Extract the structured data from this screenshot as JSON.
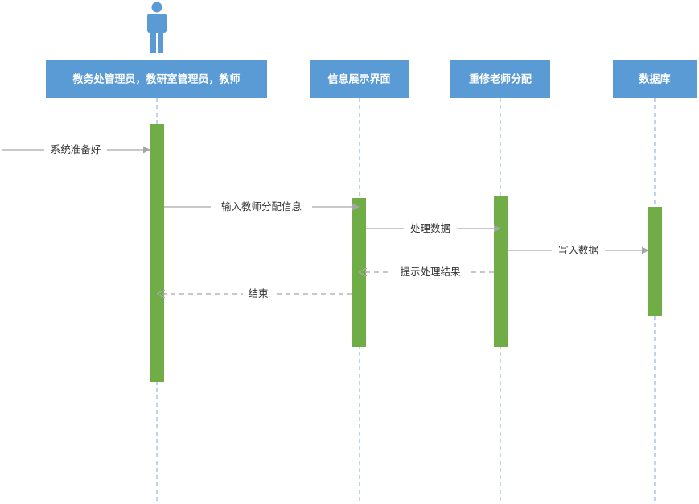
{
  "participants": [
    {
      "id": "admin",
      "label": "教务处管理员，教研室管理员，教师",
      "is_actor": true
    },
    {
      "id": "ui",
      "label": "信息展示界面"
    },
    {
      "id": "alloc",
      "label": "重修老师分配"
    },
    {
      "id": "db",
      "label": "数据库"
    }
  ],
  "messages": [
    {
      "label": "系统准备好",
      "from": "external",
      "to": "admin",
      "kind": "sync"
    },
    {
      "label": "输入教师分配信息",
      "from": "admin",
      "to": "ui",
      "kind": "sync"
    },
    {
      "label": "处理数据",
      "from": "ui",
      "to": "alloc",
      "kind": "sync"
    },
    {
      "label": "写入数据",
      "from": "alloc",
      "to": "db",
      "kind": "sync"
    },
    {
      "label": "提示处理结果",
      "from": "alloc",
      "to": "ui",
      "kind": "return"
    },
    {
      "label": "结束",
      "from": "ui",
      "to": "admin",
      "kind": "return"
    }
  ],
  "colors": {
    "participant_box": "#5b9bd5",
    "activation_bar": "#70ad47",
    "lifeline": "#7fa7d6",
    "arrow": "#a6a6a6",
    "actor_icon": "#5b9bd5"
  }
}
